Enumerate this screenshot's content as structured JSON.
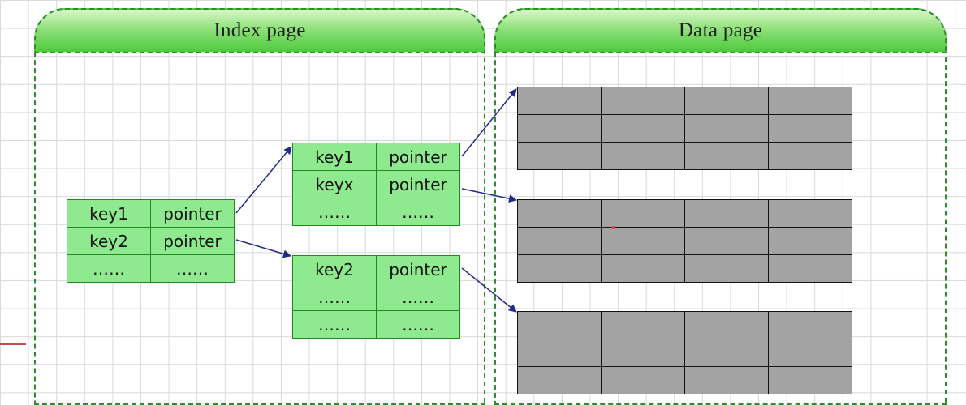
{
  "index_panel": {
    "title": "Index page"
  },
  "data_panel": {
    "title": "Data page"
  },
  "root_node": {
    "rows": [
      [
        "key1",
        "pointer"
      ],
      [
        "key2",
        "pointer"
      ],
      [
        "……",
        "……"
      ]
    ]
  },
  "child_node_1": {
    "rows": [
      [
        "key1",
        "pointer"
      ],
      [
        "keyx",
        "pointer"
      ],
      [
        "……",
        "……"
      ]
    ]
  },
  "child_node_2": {
    "rows": [
      [
        "key2",
        "pointer"
      ],
      [
        "……",
        "……"
      ],
      [
        "……",
        "……"
      ]
    ]
  },
  "colors": {
    "index_cell": "#8fe98f",
    "index_border": "#1f8a1f",
    "data_cell": "#a3a3a3",
    "arrow": "#1f2a8a",
    "panel_border": "#2e8b2e"
  }
}
